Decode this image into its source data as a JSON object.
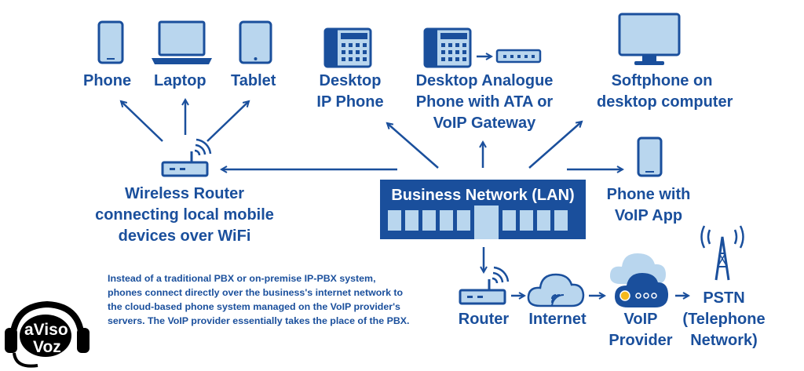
{
  "colors": {
    "primary": "#1a4f9c",
    "light": "#b9d6ee",
    "white": "#ffffff",
    "logo": "#000000"
  },
  "devices": {
    "phone": "Phone",
    "laptop": "Laptop",
    "tablet": "Tablet",
    "desktop_ip_phone": [
      "Desktop",
      "IP Phone"
    ],
    "analogue_phone": [
      "Desktop Analogue",
      "Phone with ATA or",
      "VoIP Gateway"
    ],
    "softphone": [
      "Softphone on",
      "desktop computer"
    ],
    "voip_app": [
      "Phone with",
      "VoIP App"
    ]
  },
  "wireless_router": [
    "Wireless Router",
    "connecting local mobile",
    "devices over WiFi"
  ],
  "lan": {
    "title": "Business Network (LAN)"
  },
  "description": [
    "Instead of a traditional PBX or on-premise IP-PBX system,",
    "phones connect directly over the business's internet network to",
    "the cloud-based phone system managed on the VoIP provider's",
    "servers. The VoIP provider essentially takes the place of the PBX."
  ],
  "chain": {
    "router": "Router",
    "internet": "Internet",
    "voip_provider": [
      "VoIP",
      "Provider"
    ],
    "pstn": [
      "PSTN",
      "(Telephone",
      "Network)"
    ]
  },
  "logo": {
    "word1": "aViso",
    "word2": "Voz"
  },
  "icons": [
    "phone-icon",
    "laptop-icon",
    "tablet-icon",
    "desk-phone-icon",
    "ata-gateway-icon",
    "monitor-icon",
    "mobile-phone-icon",
    "wifi-router-icon",
    "lan-switch-icon",
    "cloud-icon",
    "cloud-server-icon",
    "antenna-tower-icon",
    "headset-logo-icon"
  ]
}
